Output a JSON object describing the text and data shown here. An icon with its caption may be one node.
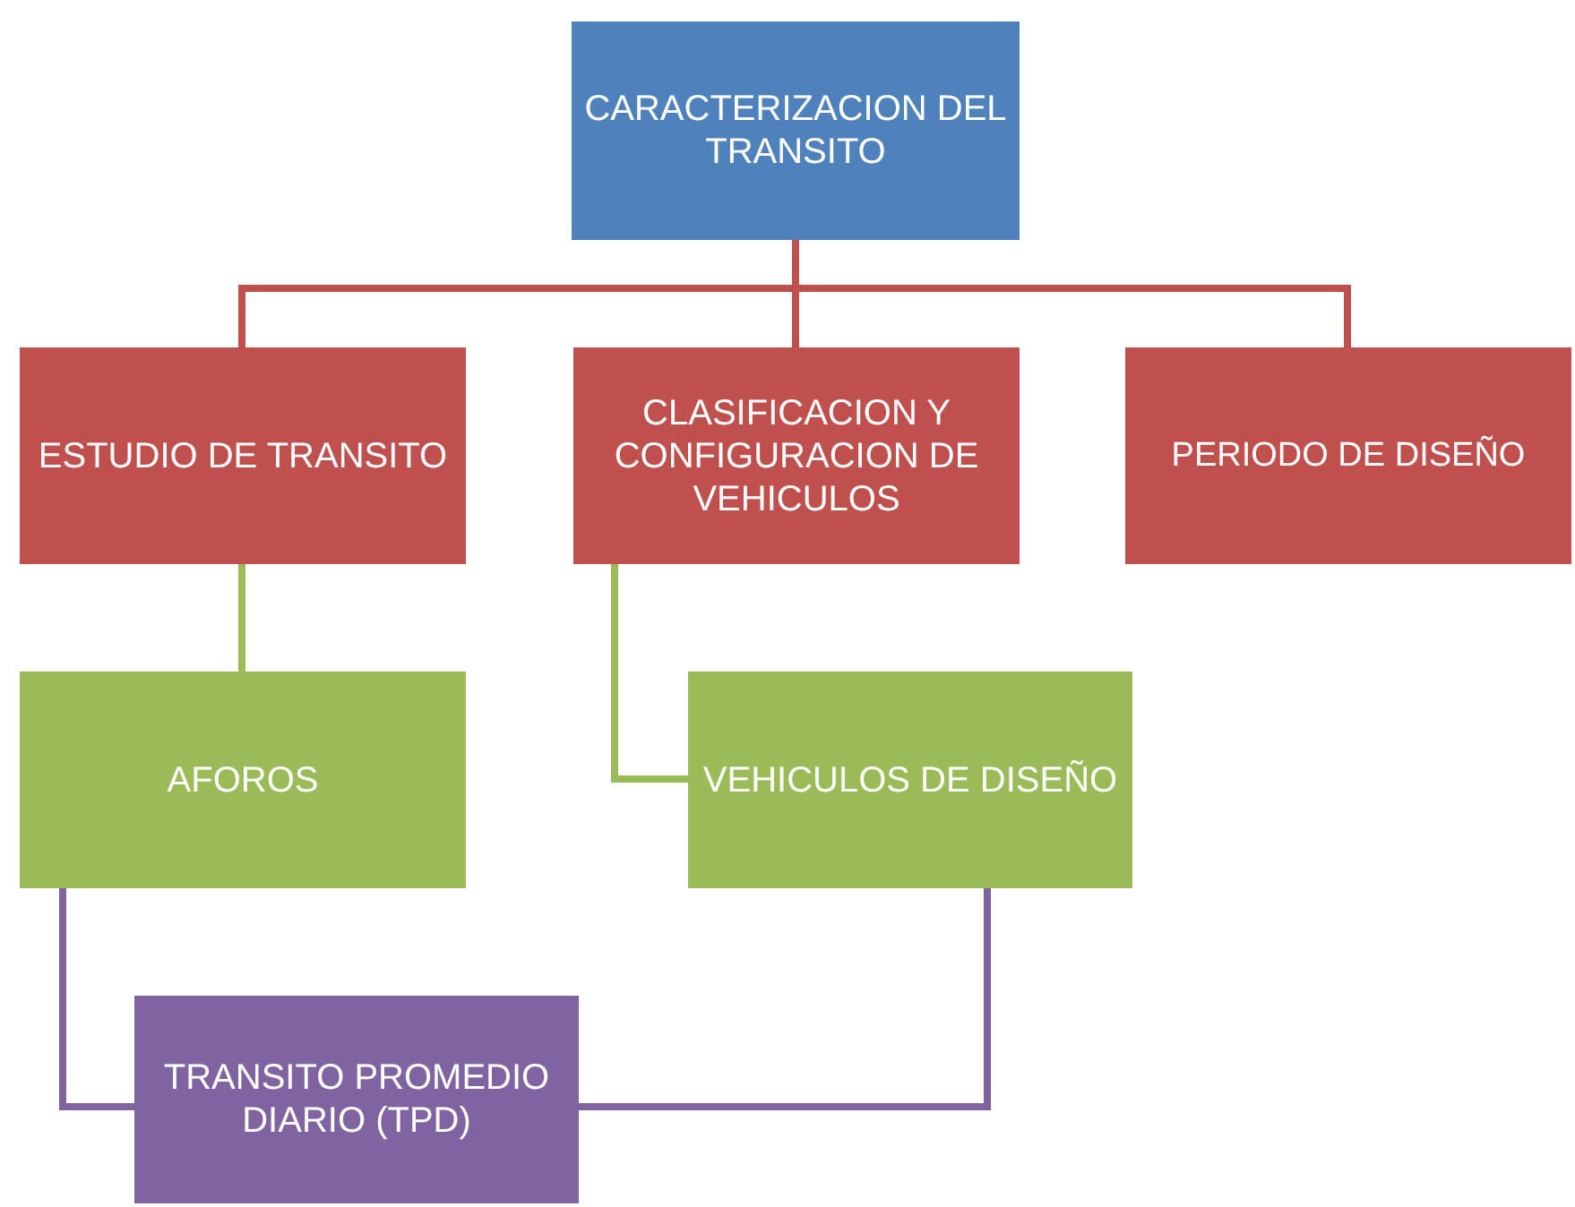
{
  "diagram": {
    "nodes": [
      {
        "text": [
          "CARACTERIZACION DEL TRANSITO"
        ]
      },
      {
        "text": [
          "ESTUDIO DE TRANSITO"
        ]
      },
      {
        "text": [
          "CLASIFICACION Y CONFIGURACION DE VEHICULOS"
        ]
      },
      {
        "text": [
          "PERIODO DE DISEÑO"
        ]
      },
      {
        "text": [
          "AFOROS"
        ]
      },
      {
        "text": [
          "VEHICULOS DE DISEÑO"
        ]
      },
      {
        "text": [
          "TRANSITO PROMEDIO DIARIO (TPD)"
        ]
      }
    ],
    "edges": [
      {
        "from": 0,
        "to": 1,
        "arrow": "none"
      },
      {
        "from": 0,
        "to": 2,
        "arrow": "none"
      },
      {
        "from": 0,
        "to": 3,
        "arrow": "none"
      },
      {
        "from": 1,
        "to": 4,
        "arrow": "none",
        "color": "#9bbb59"
      },
      {
        "from": 2,
        "to": 5,
        "arrow": "none",
        "color": "#9bbb59"
      },
      {
        "from": 4,
        "to": 6,
        "arrow": "none",
        "color": "#8064a2"
      },
      {
        "from": 5,
        "to": 6,
        "arrow": "none",
        "color": "#8064a2"
      }
    ]
  }
}
